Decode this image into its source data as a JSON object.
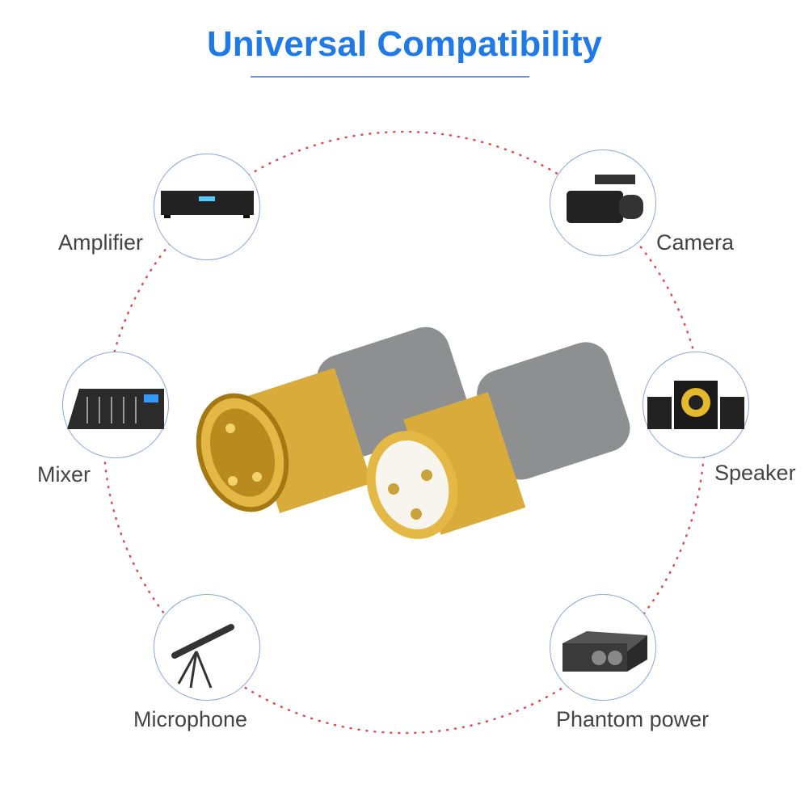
{
  "title": "Universal Compatibility",
  "colors": {
    "title": "#1f7ae8",
    "dots": "#e04a4a",
    "gold": "#d4a62a",
    "steel": "#8a8c8e"
  },
  "devices": [
    {
      "label": "Amplifier",
      "icon": "amplifier-icon"
    },
    {
      "label": "Camera",
      "icon": "camera-icon"
    },
    {
      "label": "Mixer",
      "icon": "mixer-icon"
    },
    {
      "label": "Speaker",
      "icon": "speaker-icon"
    },
    {
      "label": "Microphone",
      "icon": "microphone-icon"
    },
    {
      "label": "Phantom power",
      "icon": "phantom-power-icon"
    }
  ]
}
